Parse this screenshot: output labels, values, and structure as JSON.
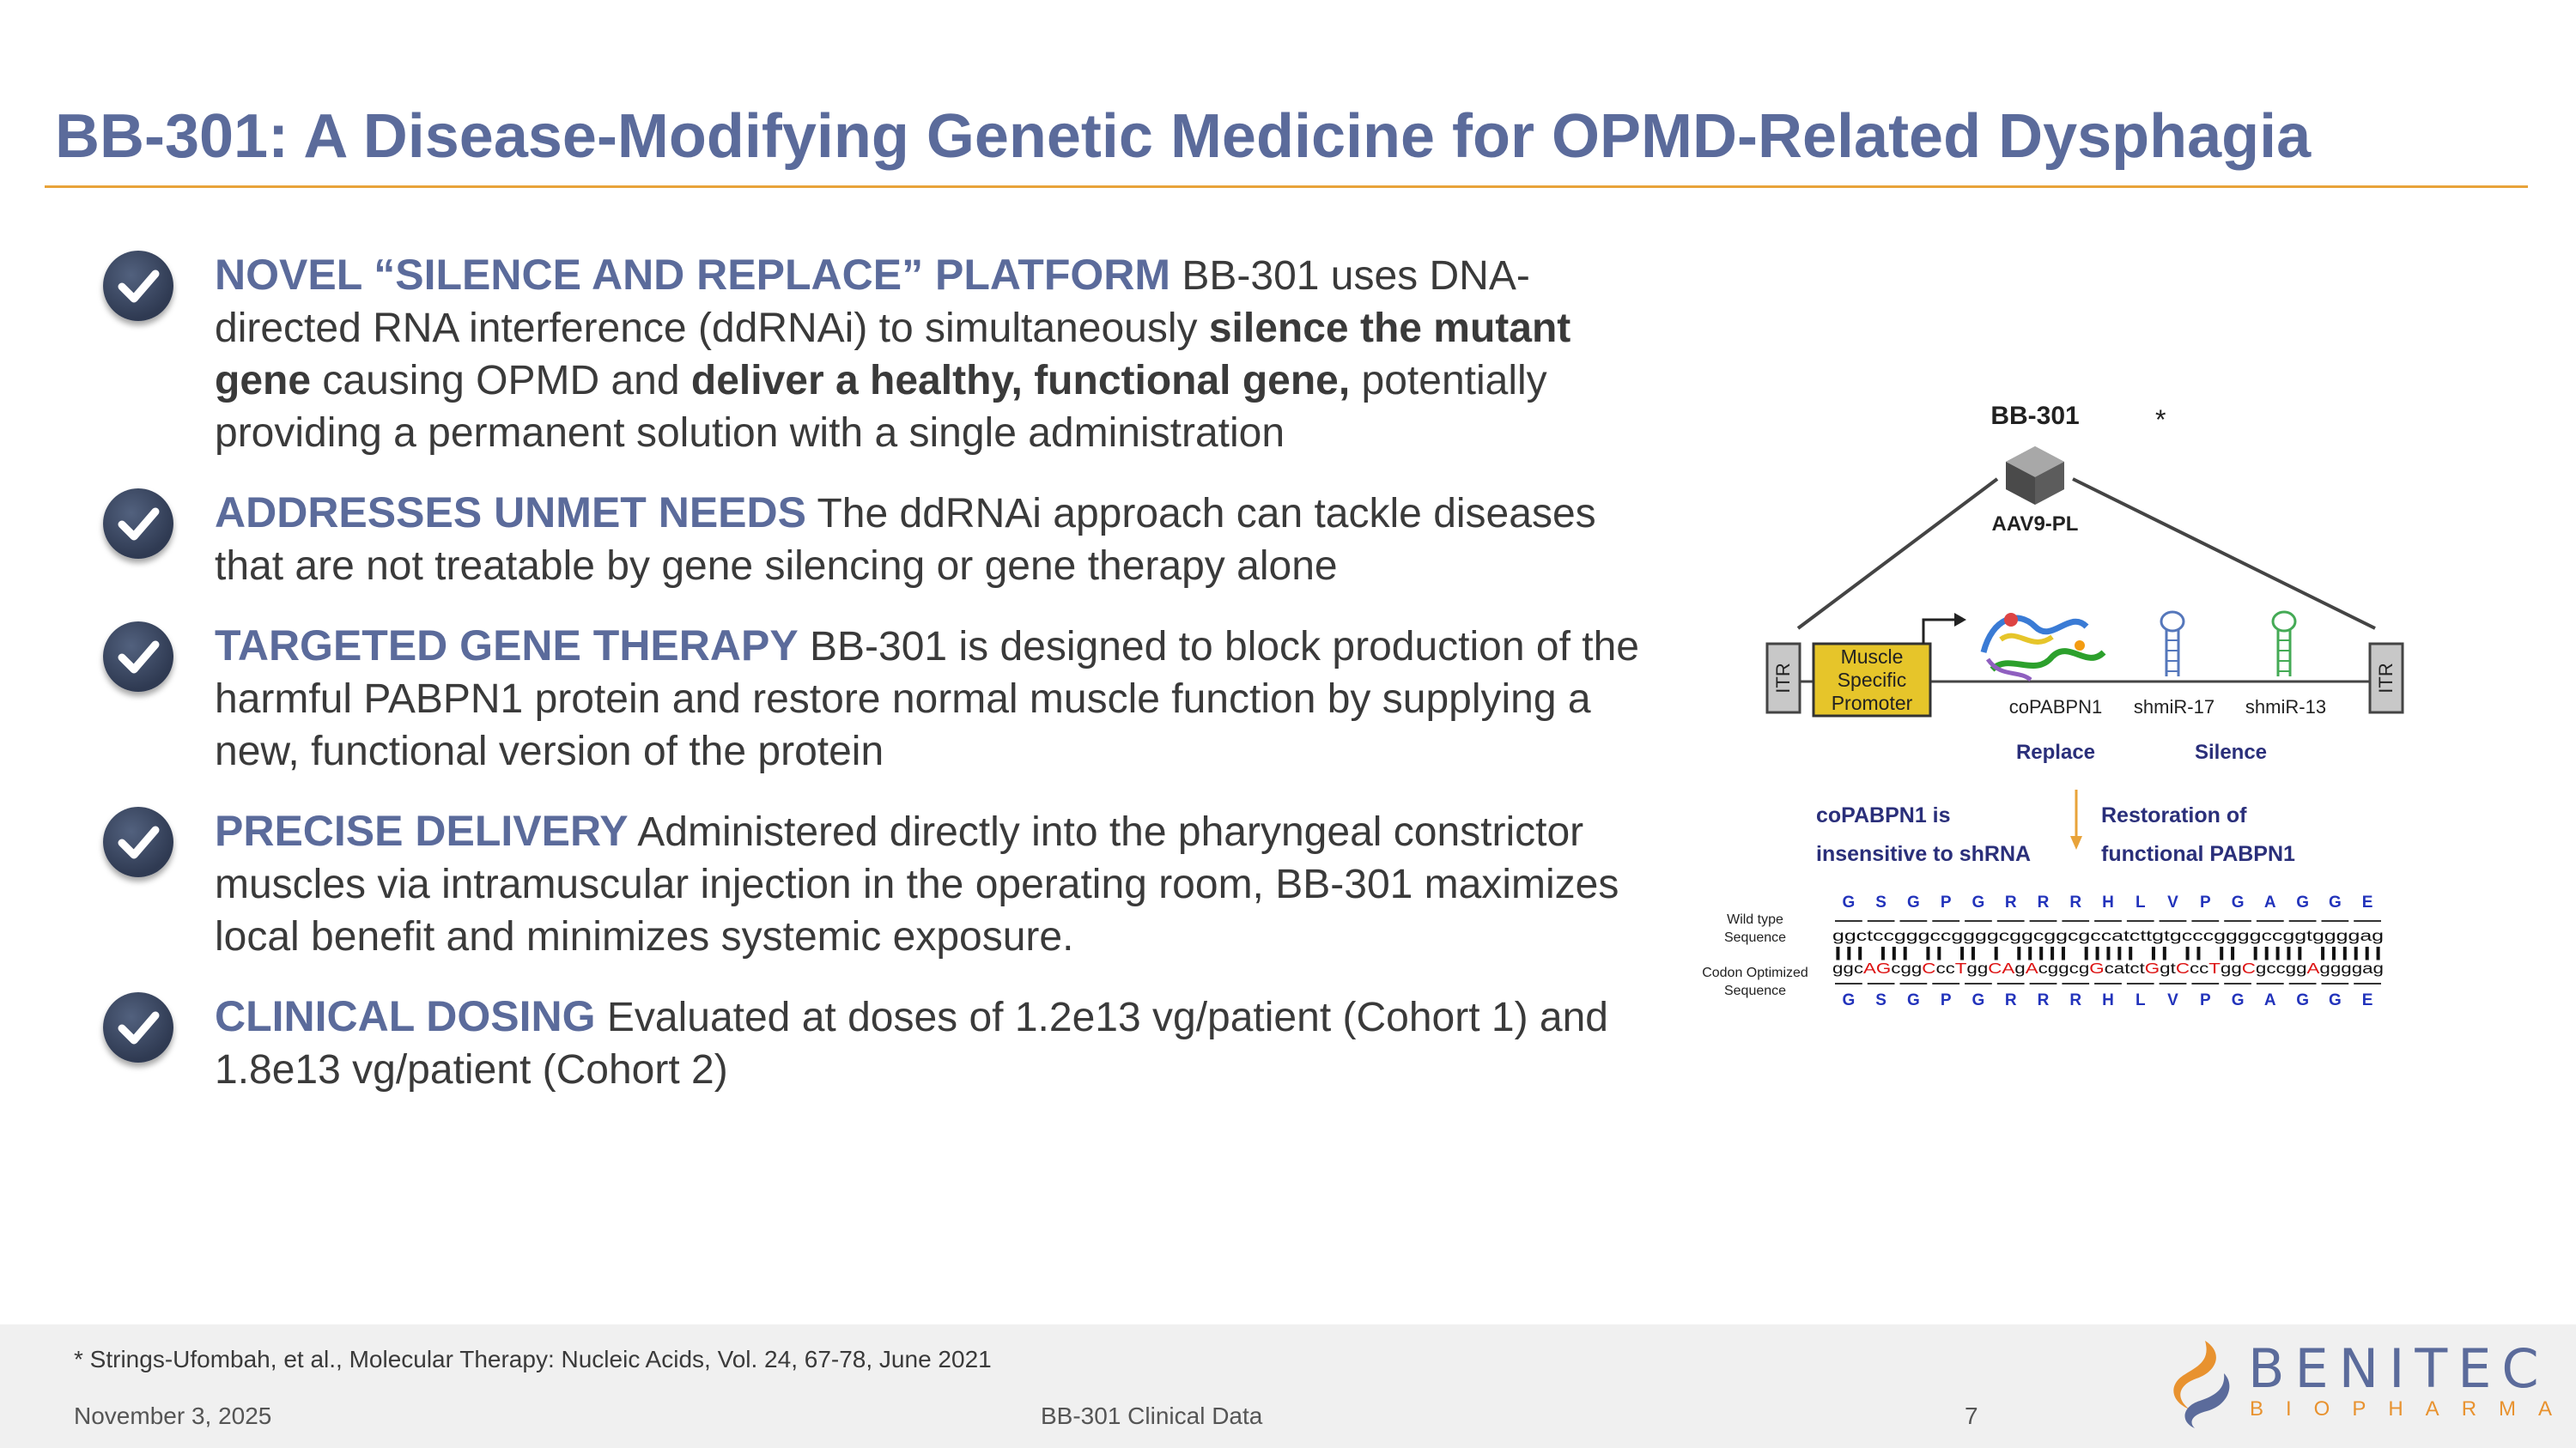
{
  "title": "BB-301: A Disease-Modifying Genetic Medicine for OPMD-Related Dysphagia",
  "bullets": [
    {
      "heading": "NOVEL “SILENCE AND REPLACE” PLATFORM",
      "text1": " BB-301 uses DNA-directed RNA interference (ddRNAi) to simultaneously ",
      "bold1": "silence the mutant gene",
      "text2": " causing OPMD and ",
      "bold2": "deliver a healthy, functional gene,",
      "text3": " potentially providing a permanent solution with a single administration"
    },
    {
      "heading": "ADDRESSES UNMET NEEDS",
      "text": " The ddRNAi approach can tackle diseases that are not treatable by gene silencing or gene therapy alone"
    },
    {
      "heading": "TARGETED GENE THERAPY",
      "text": " BB-301 is designed to block production of the harmful PABPN1 protein and restore normal muscle function by supplying a new, functional version of the protein"
    },
    {
      "heading": "PRECISE DELIVERY",
      "text": " Administered directly into the pharyngeal constrictor muscles via intramuscular injection in the operating room, BB-301 maximizes local benefit and minimizes systemic exposure."
    },
    {
      "heading": "CLINICAL DOSING",
      "text": " Evaluated at doses of 1.2e13 vg/patient (Cohort 1) and 1.8e13 vg/patient (Cohort 2)"
    }
  ],
  "diagram": {
    "product_label": "BB-301",
    "asterisk": "*",
    "vector_label": "AAV9-PL",
    "itr_label": "ITR",
    "promoter_lines": [
      "Muscle",
      "Specific",
      "Promoter"
    ],
    "gene_labels": [
      "coPABPN1",
      "shmiR-17",
      "shmiR-13"
    ],
    "replace_label": "Replace",
    "silence_label": "Silence",
    "left_note_lines": [
      "coPABPN1 is",
      "insensitive to shRNA"
    ],
    "right_note_lines": [
      "Restoration of",
      "functional PABPN1"
    ],
    "wild_type_lines": [
      "Wild type",
      "Sequence"
    ],
    "codon_opt_lines": [
      "Codon Optimized",
      "Sequence"
    ],
    "amino_acids": [
      "G",
      "S",
      "G",
      "P",
      "G",
      "R",
      "R",
      "R",
      "H",
      "L",
      "V",
      "P",
      "G",
      "A",
      "G",
      "G",
      "E"
    ],
    "wild_type_seq": "ggctccgggccggggcggcggcgccatcttgtgcccggggccggtggggag",
    "match_line": "|||  |||  || ||   |  ||||| ||||| || ||  || ||||| ||||||",
    "codon_opt_seq": "ggcAGcggCccTggCAgAcggcgGcatctGgtCccTggCgccggAggggag",
    "colors": {
      "amino_acid": "#2233bb",
      "mutation": "#dd1111",
      "box_fill": "#e6c52a",
      "arrow": "#e8a33a"
    }
  },
  "footer": {
    "reference": "* Strings-Ufombah, et al., Molecular Therapy: Nucleic Acids, Vol. 24, 67-78, June 2021",
    "date": "November 3, 2025",
    "center": "BB-301 Clinical Data",
    "page": "7",
    "logo_word": "BENITEC",
    "logo_sub": "BIOPHARMA"
  },
  "colors": {
    "title": "#5b6b9b",
    "rule": "#e8a33a",
    "footer_bg": "#f0f0f0",
    "check": "#3b4660"
  }
}
